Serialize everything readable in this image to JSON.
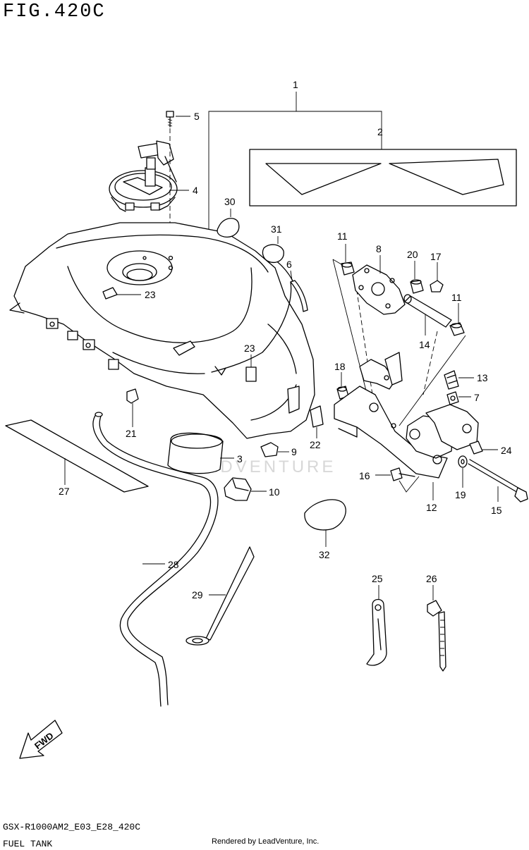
{
  "figure": {
    "title": "FIG.420C",
    "code": "GSX-R1000AM2_E03_E28_420C",
    "name": "FUEL TANK",
    "credit": "Rendered by LeadVenture, Inc.",
    "watermark": "LEADVENTURE",
    "fwd_label": "FWD"
  },
  "callouts": {
    "c1": "1",
    "c2": "2",
    "c3": "3",
    "c4": "4",
    "c5": "5",
    "c6": "6",
    "c7": "7",
    "c8": "8",
    "c9": "9",
    "c10": "10",
    "c11a": "11",
    "c11b": "11",
    "c12": "12",
    "c13": "13",
    "c14": "14",
    "c15": "15",
    "c16": "16",
    "c17": "17",
    "c18": "18",
    "c19": "19",
    "c20": "20",
    "c21": "21",
    "c22": "22",
    "c23a": "23",
    "c23b": "23",
    "c24": "24",
    "c25": "25",
    "c26": "26",
    "c27": "27",
    "c28": "28",
    "c29": "29",
    "c30": "30",
    "c31": "31",
    "c32": "32"
  }
}
